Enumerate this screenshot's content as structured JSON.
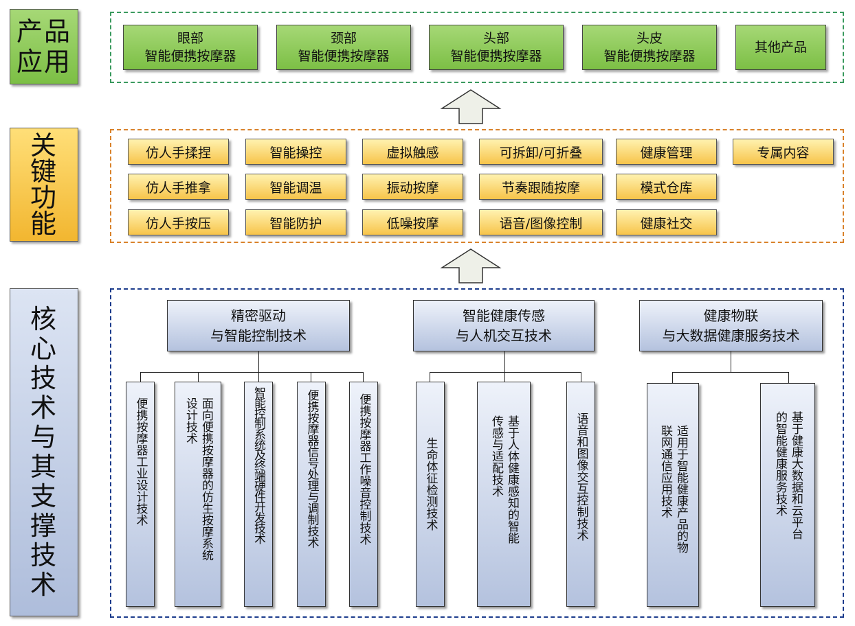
{
  "layers": {
    "product": {
      "label": "产品\n应用",
      "items": [
        "眼部\n智能便携按摩器",
        "颈部\n智能便携按摩器",
        "头部\n智能便携按摩器",
        "头皮\n智能便携按摩器",
        "其他产品"
      ]
    },
    "features": {
      "label": "关\n键\n功\n能",
      "items": [
        [
          "仿人手揉捏",
          "智能操控",
          "虚拟触感",
          "可拆卸/可折叠",
          "健康管理",
          "专属内容"
        ],
        [
          "仿人手推拿",
          "智能调温",
          "振动按摩",
          "节奏跟随按摩",
          "模式仓库"
        ],
        [
          "仿人手按压",
          "智能防护",
          "低噪按摩",
          "语音/图像控制",
          "健康社交"
        ]
      ]
    },
    "core": {
      "label": "核\n心\n技\n术\n与\n其\n支\n撑\n技\n术",
      "groups": [
        {
          "title": "精密驱动\n与智能控制技术",
          "children": [
            "便携按摩器工业设计技术",
            "面向便携按摩器的仿生按摩系统设计技术",
            "智能控制系统及终端硬件开发技术",
            "便携按摩器信号处理与调制技术",
            "便携按摩器工作噪音控制技术"
          ]
        },
        {
          "title": "智能健康传感\n与人机交互技术",
          "children": [
            "生命体征检测技术",
            "基于人体健康感知的智能传感与适配技术",
            "语音和图像交互控制技术"
          ]
        },
        {
          "title": "健康物联\n与大数据健康服务技术",
          "children": [
            "适用于智能健康产品的物联网通信应用技术",
            "基于健康大数据和云平台的智能健康服务技术"
          ]
        }
      ]
    }
  },
  "colors": {
    "product_frame": "#3a9a5e",
    "feature_frame": "#d9822b",
    "core_frame": "#1b3b8c",
    "product_fill": "#8cc958",
    "feature_fill": "#f7c44a",
    "core_fill": "#b4c2de"
  },
  "icons": [
    "up-arrow-icon",
    "up-arrow-icon"
  ]
}
